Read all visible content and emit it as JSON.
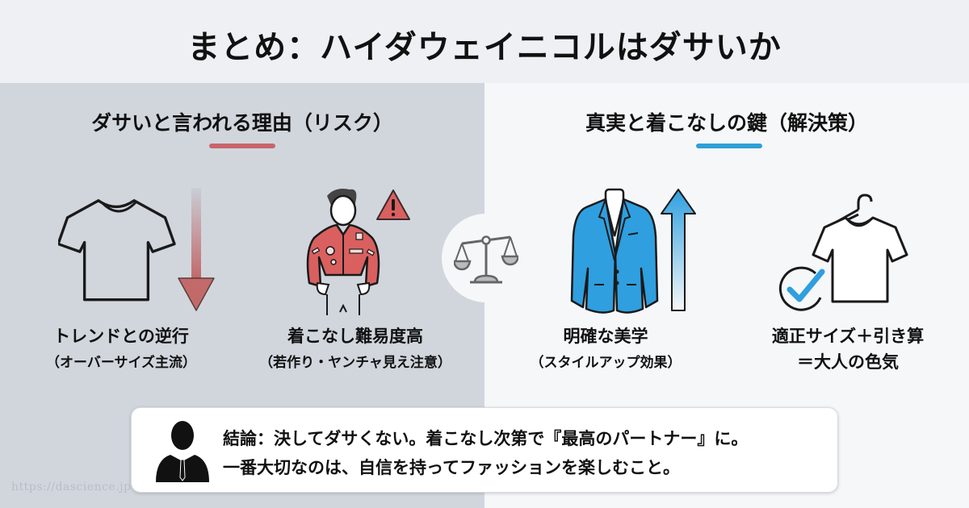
{
  "header": {
    "title": "まとめ：ハイダウェイニコルはダサいか"
  },
  "left_panel": {
    "title": "ダサいと言われる理由（リスク）",
    "accent_color": "#c8646a",
    "items": [
      {
        "icon": "t-shirt-with-down-arrow-icon",
        "label": "トレンドとの逆行",
        "sub": "（オーバーサイズ主流）"
      },
      {
        "icon": "man-in-patched-jacket-warning-icon",
        "label": "着こなし難易度高",
        "sub": "（若作り・ヤンチャ見え注意）"
      }
    ]
  },
  "center": {
    "icon": "balance-scale-icon"
  },
  "right_panel": {
    "title": "真実と着こなしの鍵（解決策）",
    "accent_color": "#2f9fd8",
    "items": [
      {
        "icon": "blue-jacket-with-up-arrow-icon",
        "label": "明確な美学",
        "sub": "（スタイルアップ効果）"
      },
      {
        "icon": "hanger-shirt-checkmark-icon",
        "label": "適正サイズ＋引き算",
        "sub": "＝大人の色気"
      }
    ]
  },
  "conclusion": {
    "icon": "businessman-avatar-icon",
    "line1": "結論：決してダサくない。着こなし次第で『最高のパートナー』に。",
    "line2": "一番大切なのは、自信を持ってファッションを楽しむこと。"
  },
  "watermark": "https://dascience.jp",
  "colors": {
    "left_bg": "#d1d6dd",
    "right_bg": "#f6f7f9",
    "header_bg": "#eef0f3",
    "risk_red": "#d9605f",
    "solution_blue": "#2f9fd8"
  }
}
